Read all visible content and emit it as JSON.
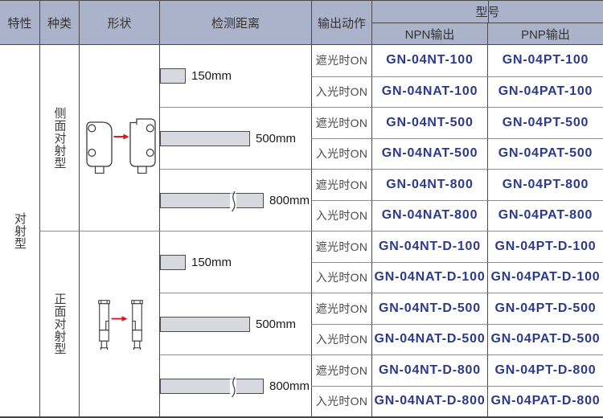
{
  "header": {
    "characteristic": "特性",
    "kind": "种类",
    "shape": "形状",
    "distance": "检测距离",
    "output_action": "输出动作",
    "model": "型号",
    "npn_output": "NPN输出",
    "pnp_output": "PNP输出"
  },
  "feature_type": "对射型",
  "kinds": {
    "side": "侧面对射型",
    "front": "正面对射型"
  },
  "icons": {
    "side": "two-sensors-side-view-with-red-arrow",
    "front": "two-sensors-front-view-with-red-arrow"
  },
  "distances": [
    {
      "label": "150mm"
    },
    {
      "label": "500mm"
    },
    {
      "label": "800mm"
    },
    {
      "label": "150mm"
    },
    {
      "label": "500mm"
    },
    {
      "label": "800mm"
    }
  ],
  "rows": [
    {
      "action": "遮光时ON",
      "npn": "GN-04NT-100",
      "pnp": "GN-04PT-100"
    },
    {
      "action": "入光时ON",
      "npn": "GN-04NAT-100",
      "pnp": "GN-04PAT-100"
    },
    {
      "action": "遮光时ON",
      "npn": "GN-04NT-500",
      "pnp": "GN-04PT-500"
    },
    {
      "action": "入光时ON",
      "npn": "GN-04NAT-500",
      "pnp": "GN-04PAT-500"
    },
    {
      "action": "遮光时ON",
      "npn": "GN-04NT-800",
      "pnp": "GN-04PT-800"
    },
    {
      "action": "入光时ON",
      "npn": "GN-04NAT-800",
      "pnp": "GN-04PAT-800"
    },
    {
      "action": "遮光时ON",
      "npn": "GN-04NT-D-100",
      "pnp": "GN-04PT-D-100"
    },
    {
      "action": "入光时ON",
      "npn": "GN-04NAT-D-100",
      "pnp": "GN-04PAT-D-100"
    },
    {
      "action": "遮光时ON",
      "npn": "GN-04NT-D-500",
      "pnp": "GN-04PT-D-500"
    },
    {
      "action": "入光时ON",
      "npn": "GN-04NAT-D-500",
      "pnp": "GN-04PAT-D-500"
    },
    {
      "action": "遮光时ON",
      "npn": "GN-04NT-D-800",
      "pnp": "GN-04PT-D-800"
    },
    {
      "action": "入光时ON",
      "npn": "GN-04NAT-D-800",
      "pnp": "GN-04PAT-D-800"
    }
  ],
  "colors": {
    "header_bg": "#aab3c9",
    "model_text": "#2b3a8c",
    "arrow_red": "#dd1118",
    "bar_fill": "#d7d9df"
  }
}
